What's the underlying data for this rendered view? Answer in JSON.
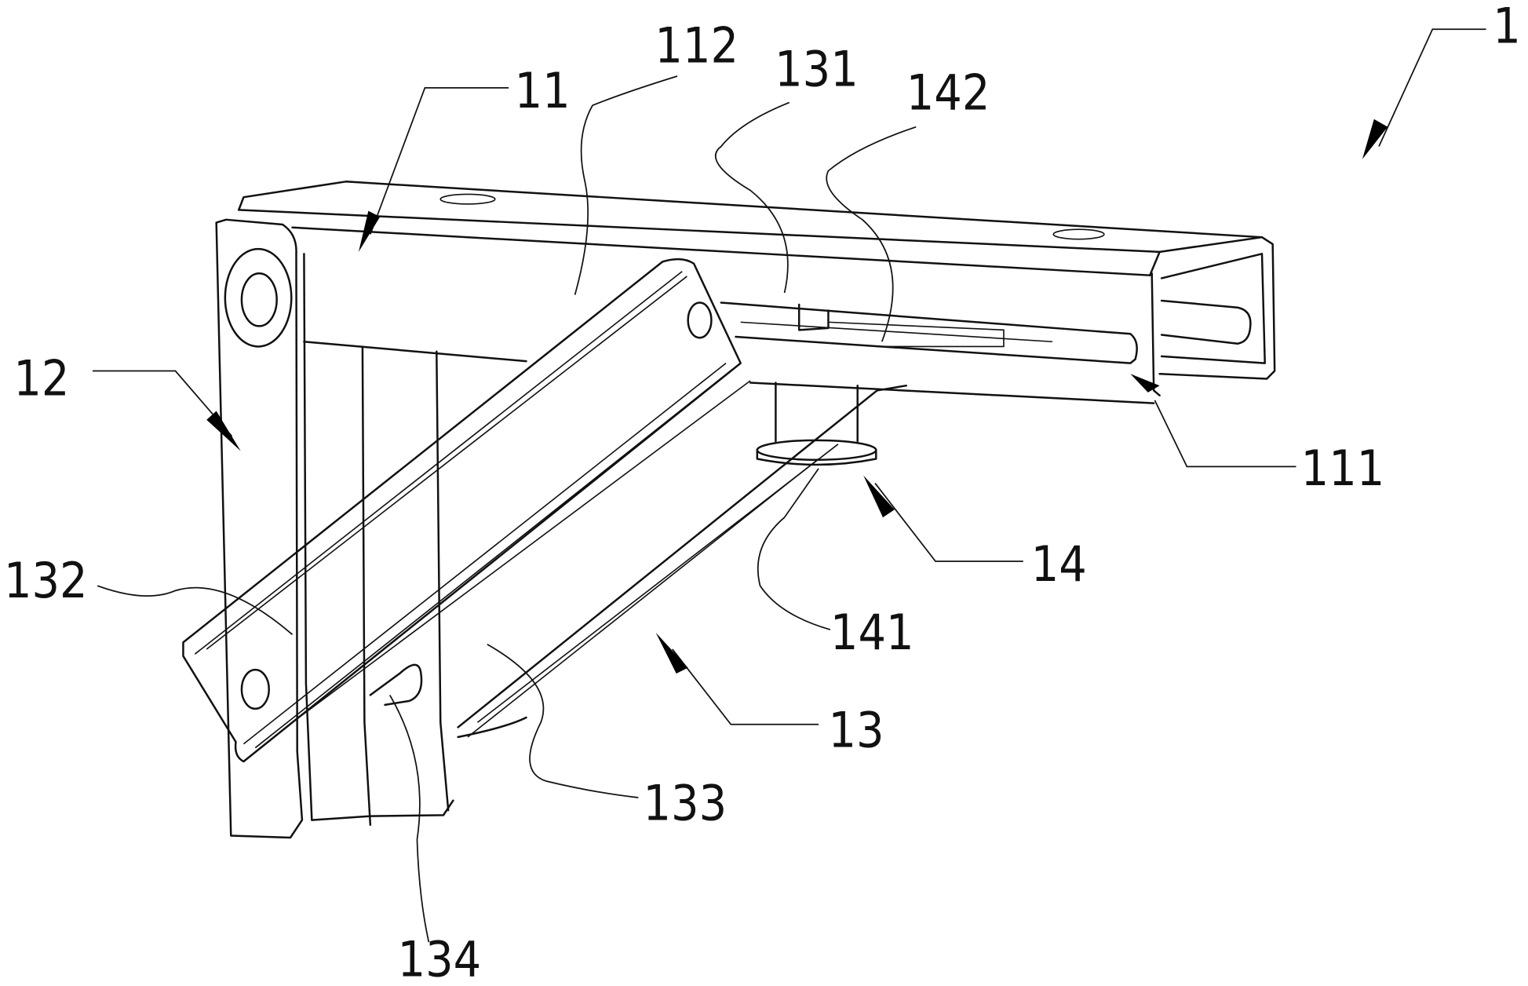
{
  "figure": {
    "title": "Bracket assembly (patent drawing)",
    "labels": {
      "l1": "1",
      "l11": "11",
      "l111": "111",
      "l112": "112",
      "l12": "12",
      "l13": "13",
      "l131": "131",
      "l132": "132",
      "l133": "133",
      "l134": "134",
      "l14": "14",
      "l141": "141",
      "l142": "142"
    },
    "colors": {
      "line": "#111111",
      "background": "#ffffff"
    }
  }
}
